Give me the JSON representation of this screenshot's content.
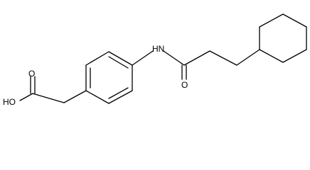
{
  "molecule": {
    "atoms": {
      "hydroxyl": "HO",
      "carbonyl_oxygen_acid": "O",
      "amide_nitrogen": "HN",
      "carbonyl_oxygen_amide": "O"
    }
  },
  "colors": {
    "bond": "#000000",
    "label": "#000000",
    "background": "#ffffff"
  }
}
